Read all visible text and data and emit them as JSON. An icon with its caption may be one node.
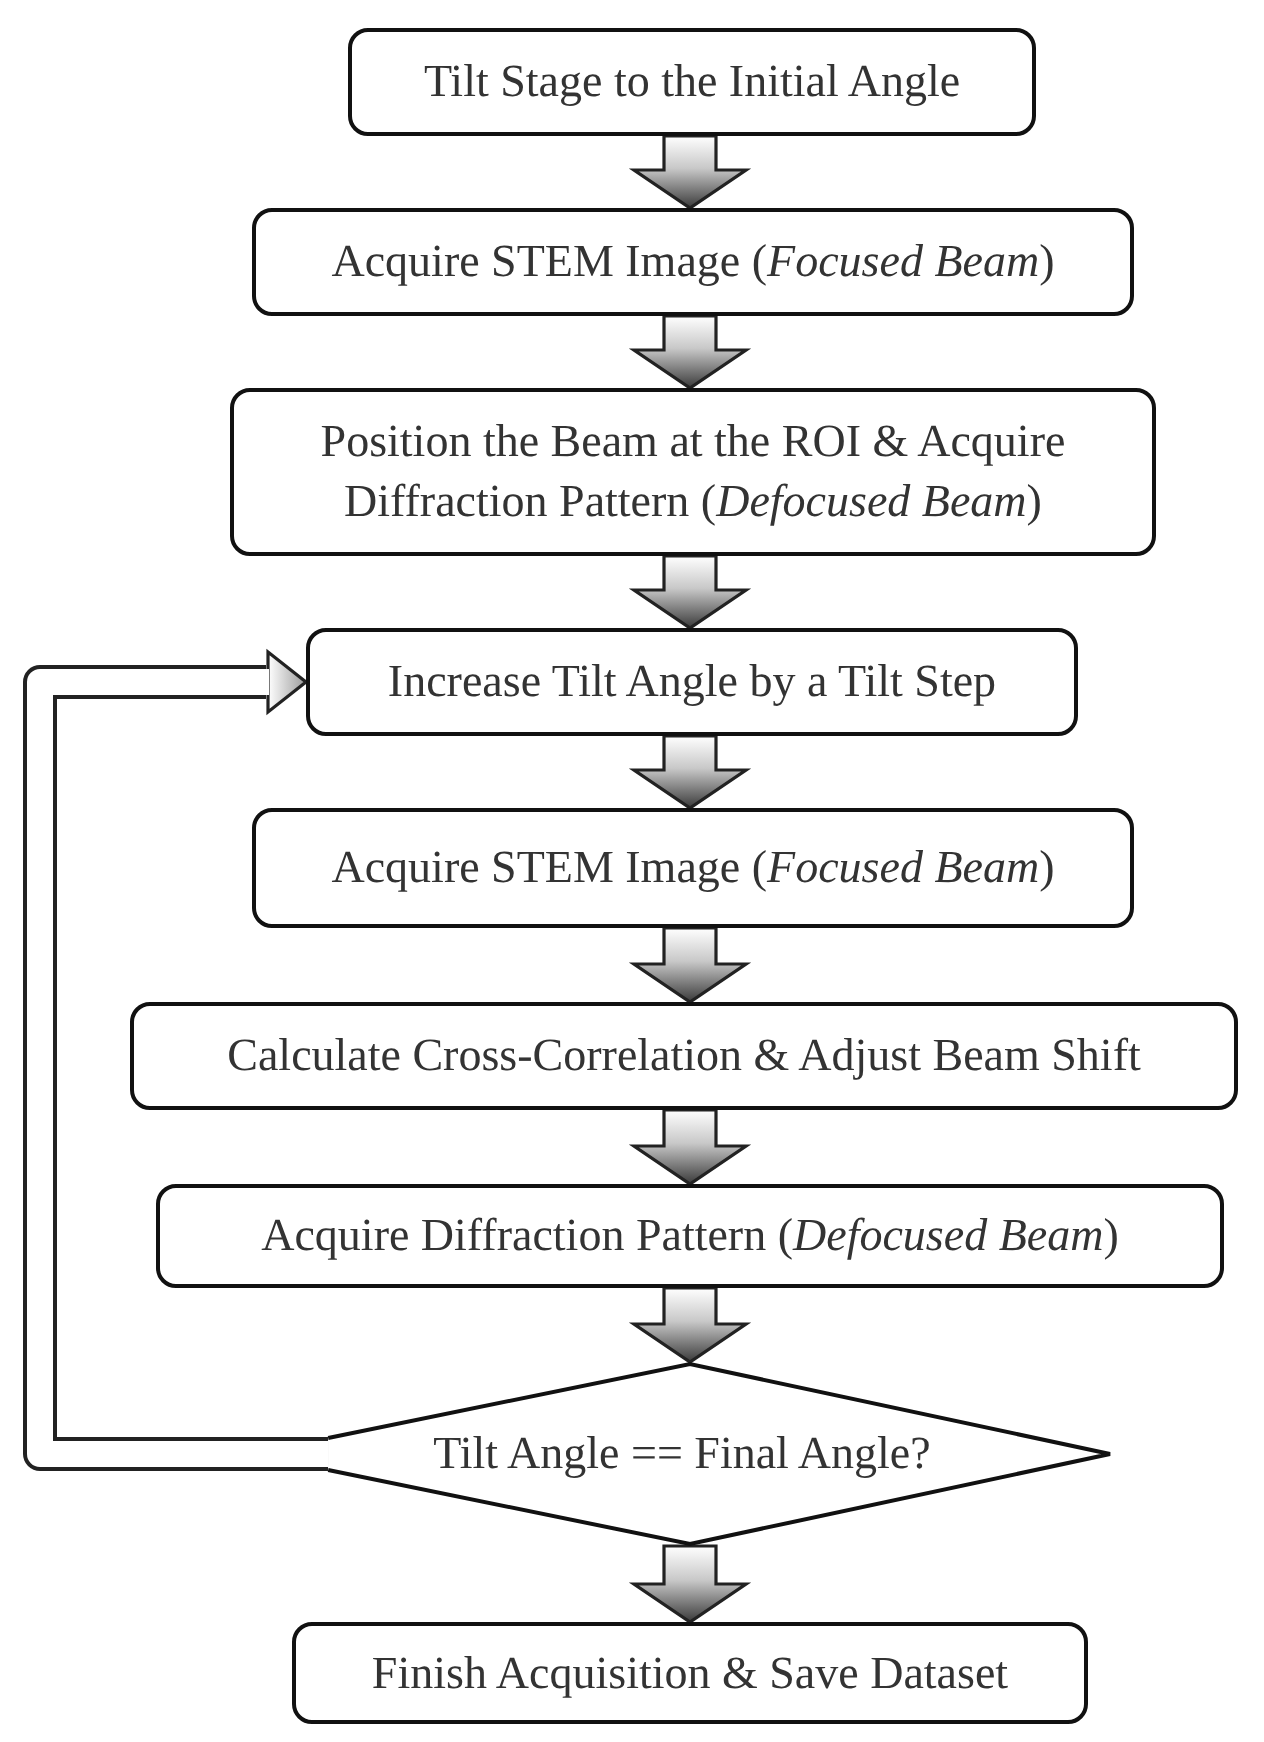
{
  "diagram": {
    "nodes": [
      {
        "text": [
          "Tilt Stage to the Initial Angle"
        ]
      },
      {
        "text": [
          "Acquire STEM Image (*Focused Beam*)"
        ]
      },
      {
        "text": [
          "Position the Beam at the ROI & Acquire Diffraction Pattern (*Defocused Beam*)"
        ]
      },
      {
        "text": [
          "Increase Tilt Angle by a Tilt Step"
        ]
      },
      {
        "text": [
          "Acquire STEM Image (*Focused Beam*)"
        ]
      },
      {
        "text": [
          "Calculate Cross-Correlation & Adjust Beam Shift"
        ]
      },
      {
        "text": [
          "Acquire Diffraction Pattern (*Defocused Beam*)"
        ]
      },
      {
        "text": [
          "Tilt Angle == Final Angle?"
        ]
      },
      {
        "text": [
          "Finish Acquisition & Save Dataset"
        ]
      }
    ],
    "edges": [
      {
        "from": 0,
        "to": 1,
        "arrow": "to"
      },
      {
        "from": 1,
        "to": 2,
        "arrow": "to"
      },
      {
        "from": 2,
        "to": 3,
        "arrow": "to"
      },
      {
        "from": 3,
        "to": 4,
        "arrow": "to"
      },
      {
        "from": 4,
        "to": 5,
        "arrow": "to"
      },
      {
        "from": 5,
        "to": 6,
        "arrow": "to"
      },
      {
        "from": 6,
        "to": 7,
        "arrow": "to"
      },
      {
        "from": 7,
        "to": 3,
        "arrow": "to"
      },
      {
        "from": 7,
        "to": 8,
        "arrow": "to"
      }
    ]
  }
}
